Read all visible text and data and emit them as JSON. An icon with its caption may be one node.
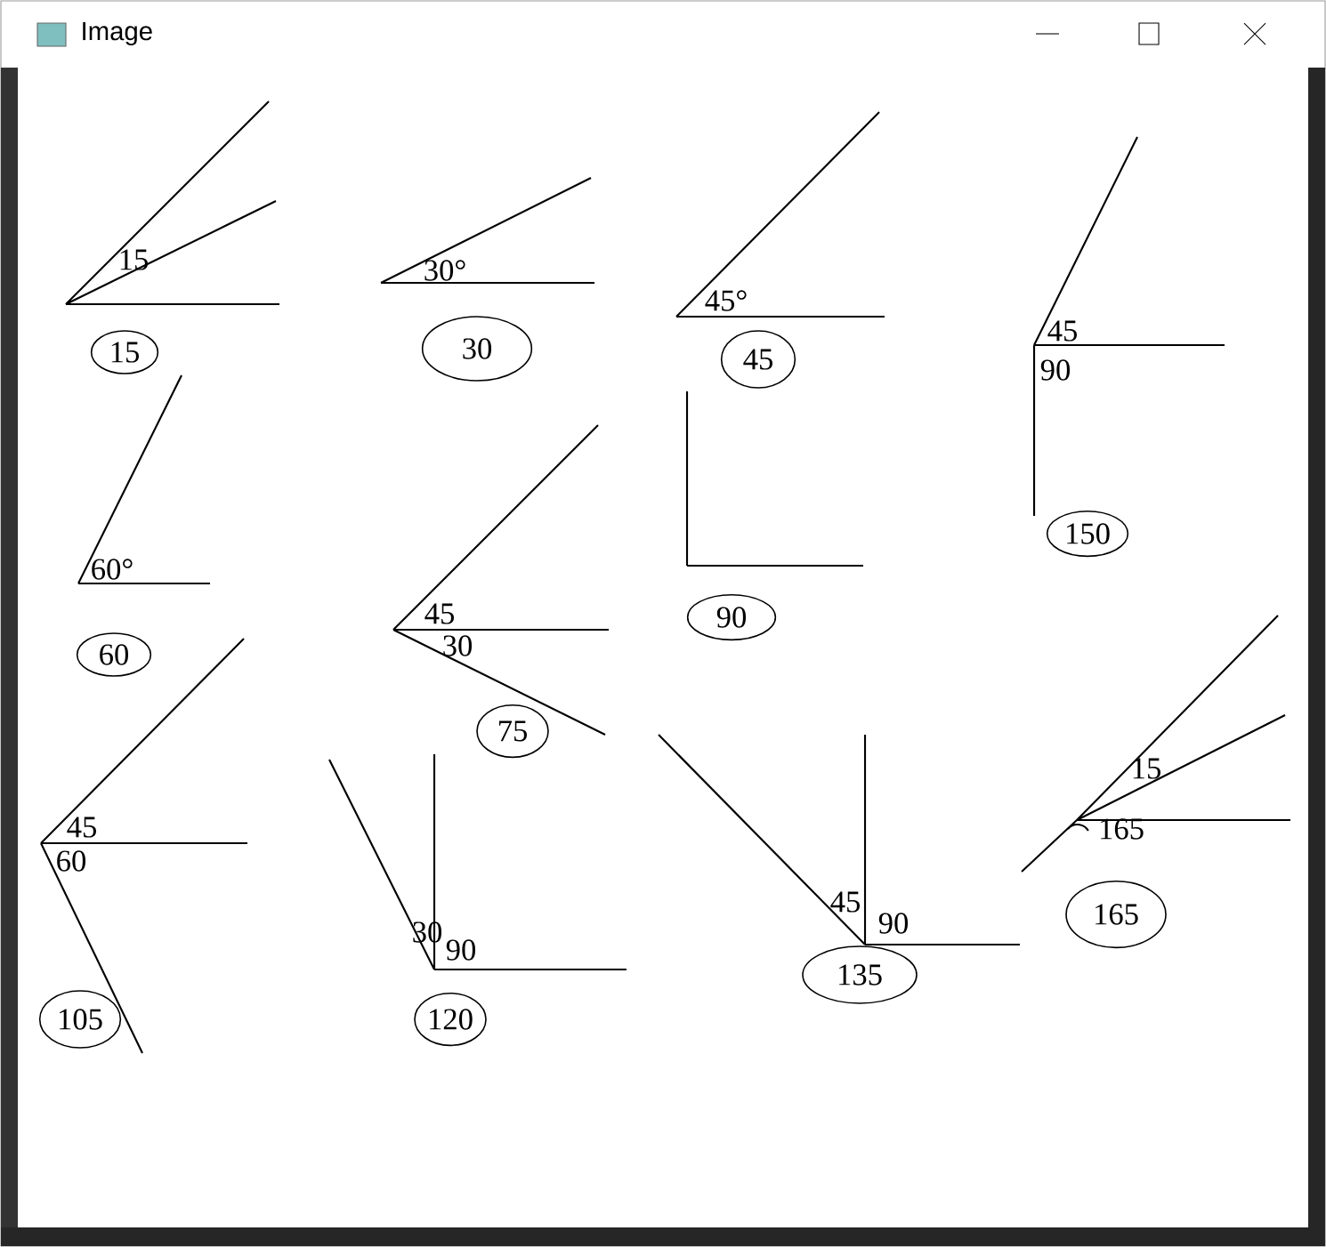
{
  "diagram": {
    "title": "Image",
    "nodes": [
      {
        "text": [
          "15"
        ]
      },
      {
        "text": [
          "30"
        ]
      },
      {
        "text": [
          "45"
        ]
      },
      {
        "text": [
          "150"
        ]
      },
      {
        "text": [
          "60"
        ]
      },
      {
        "text": [
          "90"
        ]
      },
      {
        "text": [
          "75"
        ]
      },
      {
        "text": [
          "105"
        ]
      },
      {
        "text": [
          "120"
        ]
      },
      {
        "text": [
          "135"
        ]
      },
      {
        "text": [
          "165"
        ]
      }
    ],
    "labels": [
      "15",
      "30°",
      "45°",
      "45",
      "90",
      "60°",
      "45",
      "30",
      "45",
      "60",
      "30",
      "90",
      "45",
      "90",
      "15",
      "165"
    ]
  }
}
